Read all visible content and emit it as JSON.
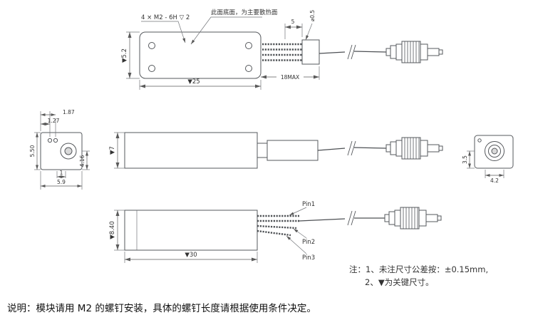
{
  "top_view": {
    "screw_note": "4 × M2 - 6H ▽ 2",
    "surface_note": "此面底面，为主要散热面",
    "dim_height": "▼5.2",
    "dim_length": "▼25",
    "dim_pin_pitch": "5",
    "dim_wire_dia": "⌀0.5",
    "dim_wire_length": "18MAX"
  },
  "front_view": {
    "dim_pin_x": "1.87",
    "dim_pin_x2": "1.27",
    "dim_height": "5.50",
    "dim_offset": "1",
    "dim_width": "5.9",
    "dim_lens_y": "4.16"
  },
  "side_view": {
    "dim_height": "▼7"
  },
  "connector_view": {
    "dim_height": "3.5",
    "dim_width": "4.2"
  },
  "bottom_view": {
    "dim_height": "▼8.40",
    "dim_length": "▼30",
    "pins": [
      "Pin1",
      "Pin2",
      "Pin3"
    ]
  },
  "notes": {
    "line1": "注：1、未注尺寸公差按：±0.15mm,",
    "line2": "2、▼为关键尺寸。"
  },
  "footer": "说明：模块请用 M2 的螺钉安装，具体的螺钉长度请根据使用条件决定。",
  "colors": {
    "line": "#55585c",
    "dim": "#5a5a5a",
    "text": "#333333"
  }
}
